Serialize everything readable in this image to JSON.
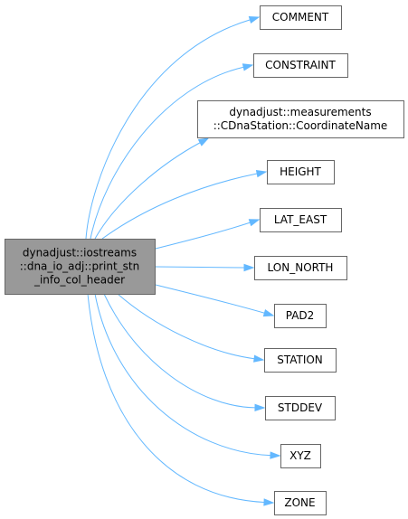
{
  "source": {
    "id": "root",
    "lines": [
      "dynadjust::iostreams",
      "::dna_io_adj::print_stn",
      "_info_col_header"
    ]
  },
  "targets": [
    {
      "id": "comment",
      "lines": [
        "COMMENT"
      ]
    },
    {
      "id": "constraint",
      "lines": [
        "CONSTRAINT"
      ]
    },
    {
      "id": "coordinatename",
      "lines": [
        "dynadjust::measurements",
        "::CDnaStation::CoordinateName"
      ]
    },
    {
      "id": "height",
      "lines": [
        "HEIGHT"
      ]
    },
    {
      "id": "lat-east",
      "lines": [
        "LAT_EAST"
      ]
    },
    {
      "id": "lon-north",
      "lines": [
        "LON_NORTH"
      ]
    },
    {
      "id": "pad2",
      "lines": [
        "PAD2"
      ]
    },
    {
      "id": "station",
      "lines": [
        "STATION"
      ]
    },
    {
      "id": "stddev",
      "lines": [
        "STDDEV"
      ]
    },
    {
      "id": "xyz",
      "lines": [
        "XYZ"
      ]
    },
    {
      "id": "zone",
      "lines": [
        "ZONE"
      ]
    }
  ],
  "colors": {
    "edge": "#63b8ff",
    "root_fill": "#999999",
    "node_border": "#666666"
  }
}
